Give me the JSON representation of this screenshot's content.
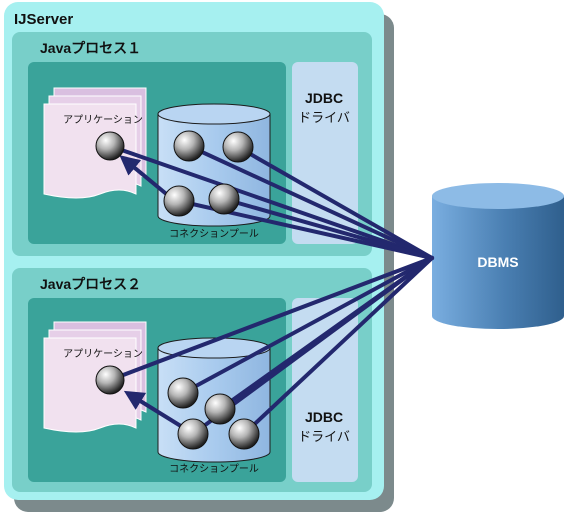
{
  "server": {
    "title": "IJServer"
  },
  "processes": [
    {
      "title": "Javaプロセス１",
      "jdbc_title": "JDBC",
      "jdbc_sub": "ドライバ",
      "app_label": "アプリケーション",
      "pool_label": "コネクションプール"
    },
    {
      "title": "Javaプロセス２",
      "jdbc_title": "JDBC",
      "jdbc_sub": "ドライバ",
      "app_label": "アプリケーション",
      "pool_label": "コネクションプール"
    }
  ],
  "dbms": {
    "label": "DBMS"
  },
  "colors": {
    "server_bg": "#a6f0f0",
    "server_shadow": "#7c8a8c",
    "process_bg": "#78cfc9",
    "inner_bg": "#3aa39a",
    "jdbc_bg": "#c4dcf1",
    "document": "#f1e1ef",
    "connection_line": "#23286e",
    "cylinder": "#4d86b9"
  }
}
